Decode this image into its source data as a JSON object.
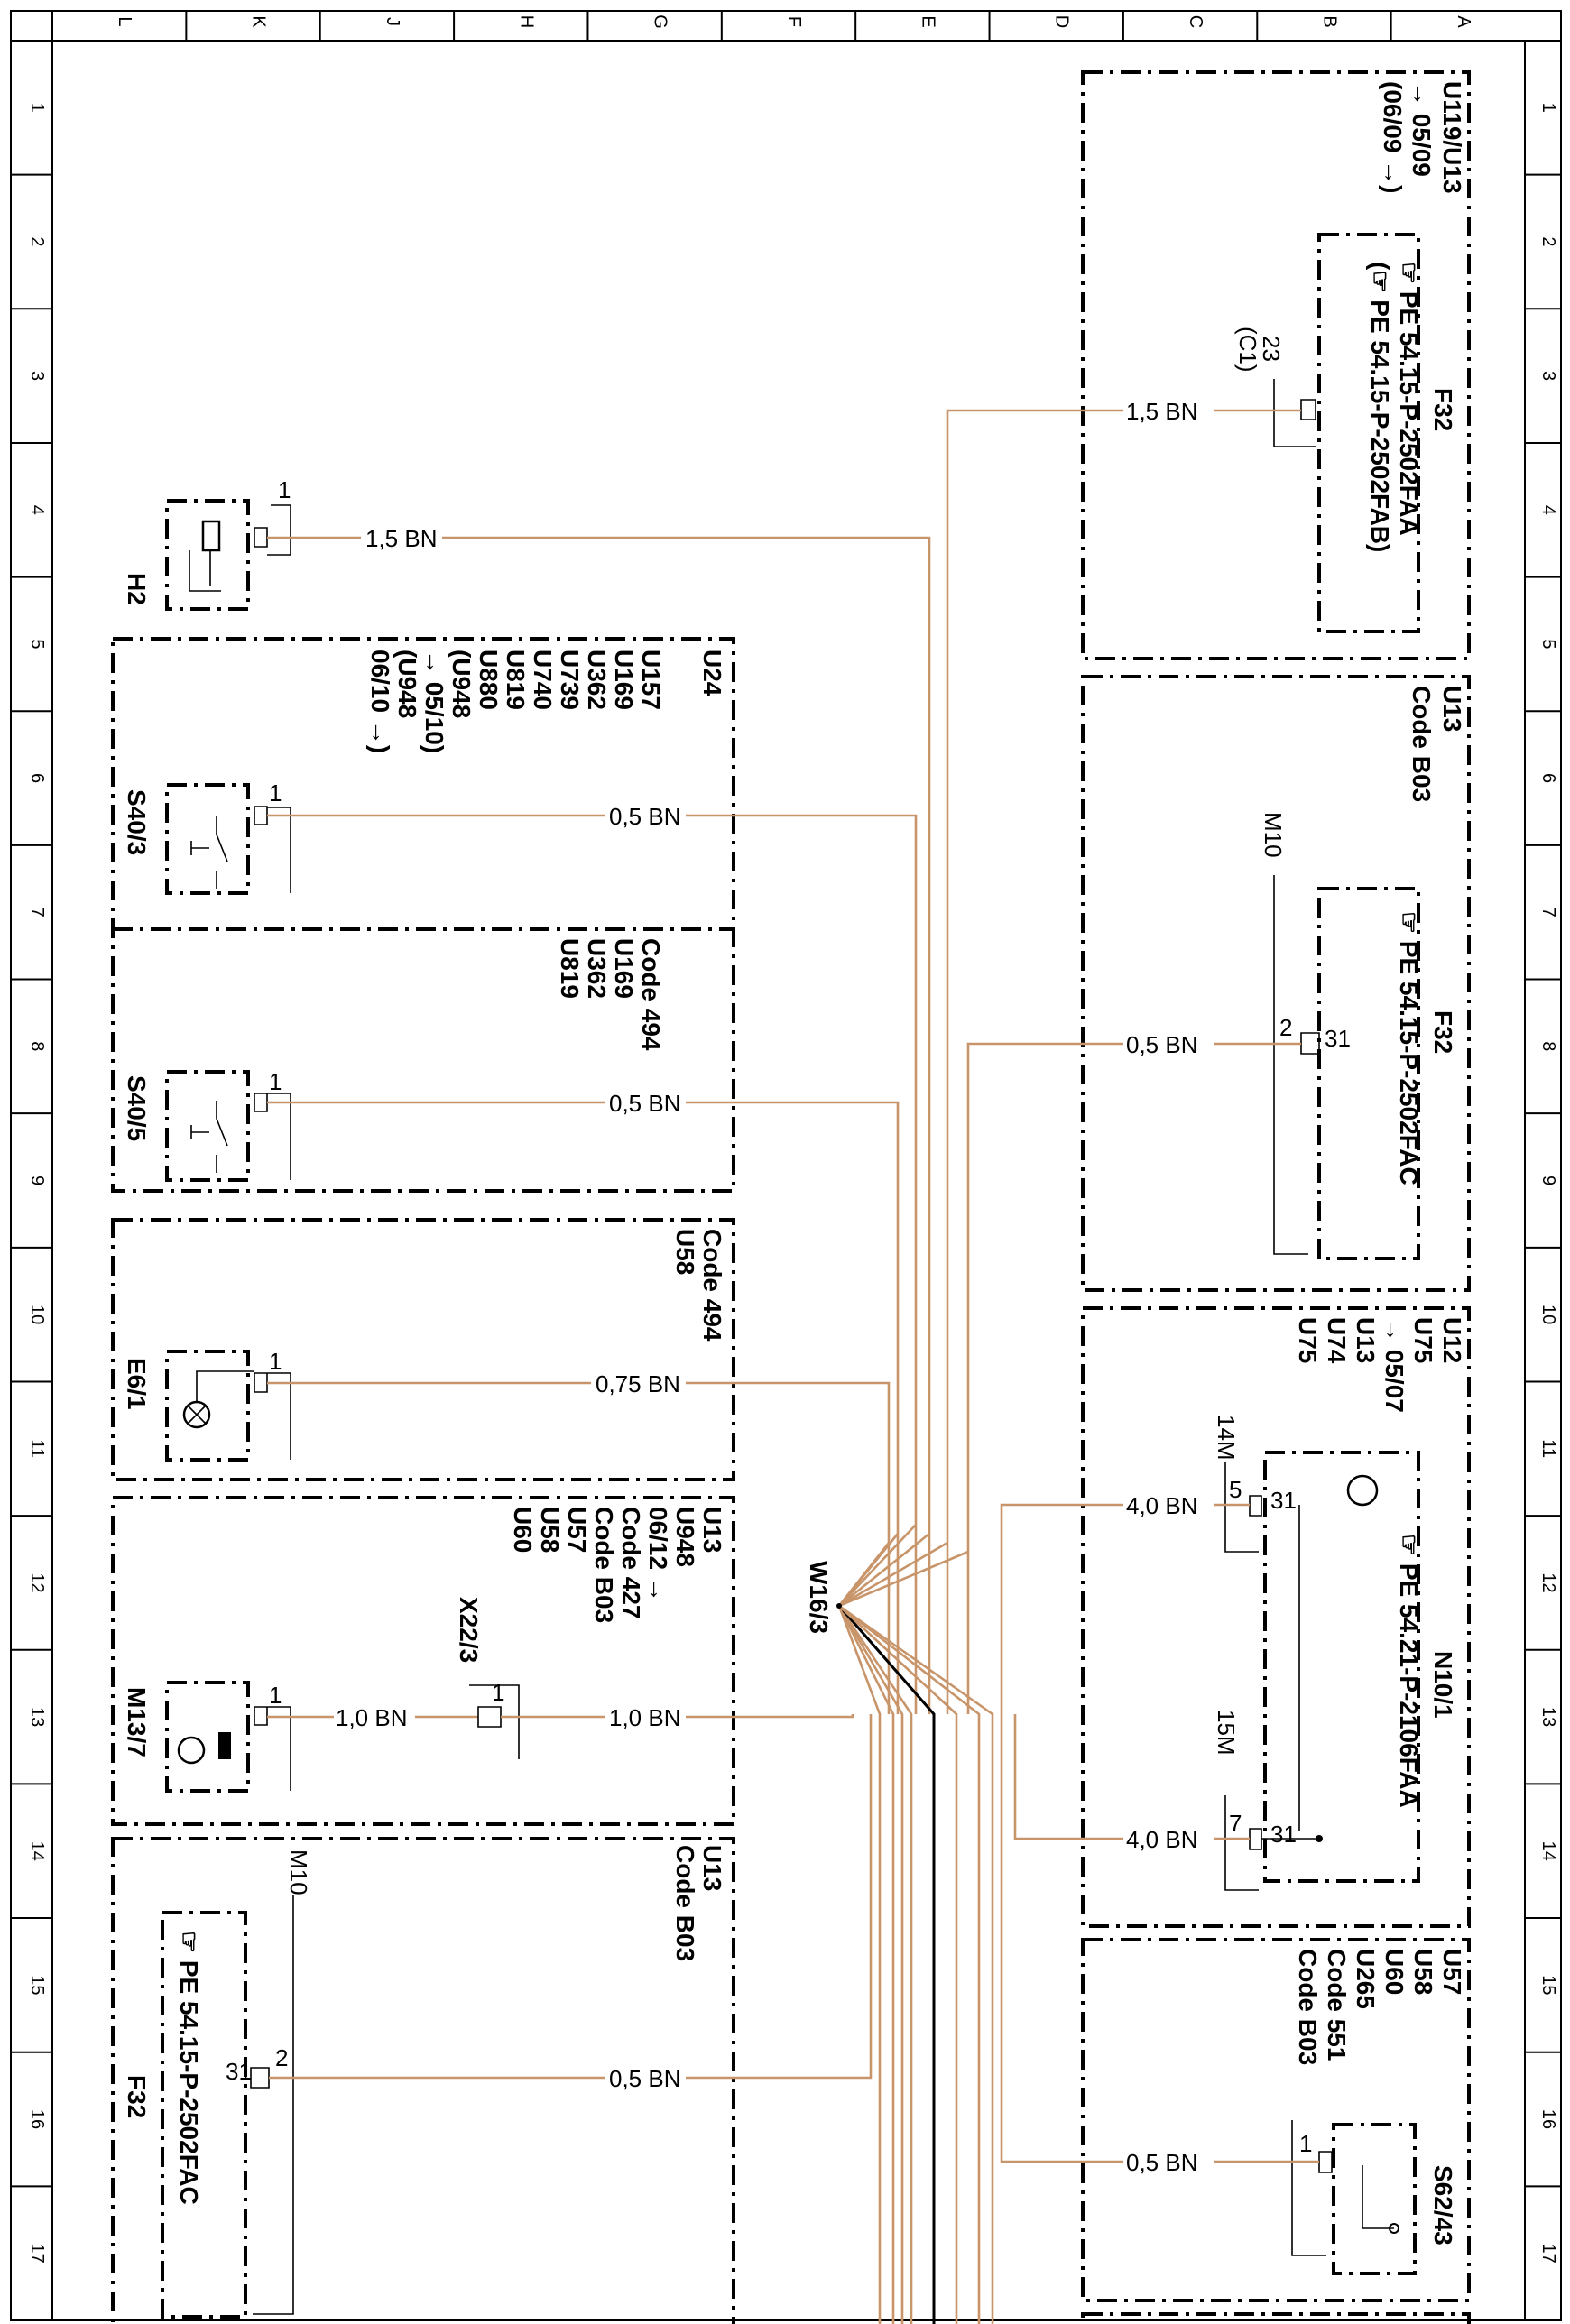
{
  "grid": {
    "columns": [
      "L",
      "K",
      "J",
      "H",
      "G",
      "F",
      "E",
      "D",
      "C",
      "B",
      "A"
    ],
    "rows": [
      "1",
      "2",
      "3",
      "4",
      "5",
      "6",
      "7",
      "8",
      "9",
      "10",
      "11",
      "12",
      "13",
      "14",
      "15",
      "16",
      "17"
    ]
  },
  "blocks": {
    "u119": {
      "codes": [
        "U119/U13",
        "→ 05/09",
        "(06/09 →)"
      ],
      "component": "F32",
      "refs": [
        "☞ PE 54.15-P-2502FAA",
        "(☞ PE 54.15-P-2502FAB)"
      ],
      "pin": "23",
      "pin_alt": "(C1)",
      "wire": "1,5 BN"
    },
    "u13_top": {
      "codes": [
        "U13",
        "Code B03"
      ],
      "component": "F32",
      "refs": [
        "☞ PE 54.15-P-2502FAC"
      ],
      "conn": "M10",
      "pin": "2",
      "pin_b": "31",
      "wire": "0,5 BN"
    },
    "u12": {
      "codes": [
        "U12",
        "U75",
        "→ 05/07",
        "U13",
        "U74",
        "U75"
      ],
      "component": "N10/1",
      "refs": [
        "☞ PE 54.21-P-2106FAA"
      ],
      "conn_a": "14M",
      "pin_a": "5",
      "pin_a_b": "31",
      "conn_b": "15M",
      "pin_b": "7",
      "pin_b_b": "31",
      "wire_a": "4,0 BN",
      "wire_b": "4,0 BN"
    },
    "u57": {
      "codes": [
        "U57",
        "U58",
        "U60",
        "U265",
        "Code 551",
        "Code B03"
      ],
      "component": "S62/43",
      "pin": "1",
      "wire": "0,5 BN"
    },
    "h2": {
      "component": "H2",
      "pin": "1",
      "wire": "1,5 BN"
    },
    "u24": {
      "codes": [
        "U24",
        "U157",
        "U169",
        "U362",
        "U739",
        "U740",
        "U819",
        "U880",
        "(U948",
        "→ 05/10)",
        "(U948",
        "06/10 →)"
      ],
      "component": "S40/3",
      "pin": "1",
      "wire": "0,5 BN"
    },
    "code494": {
      "codes": [
        "Code 494",
        "U169",
        "U362",
        "U819"
      ],
      "component": "S40/5",
      "pin": "1",
      "wire": "0,5 BN"
    },
    "code494b": {
      "codes": [
        "Code 494",
        "U58"
      ],
      "component": "E6/1",
      "pin": "1",
      "wire": "0,75 BN"
    },
    "u13_mid": {
      "codes": [
        "U13",
        "U948",
        "06/12 →",
        "Code 427",
        "Code B03",
        "U57",
        "U58",
        "U60"
      ],
      "component": "M13/7",
      "pin": "1",
      "connector": "X22/3",
      "connector_pin": "1",
      "wire_a": "1,0 BN",
      "wire_b": "1,0 BN"
    },
    "u13_bot": {
      "codes": [
        "U13",
        "Code B03"
      ],
      "component": "F32",
      "refs": [
        "☞ PE 54.15-P-2502FAC"
      ],
      "conn": "M10",
      "pin": "2",
      "pin_b": "31",
      "wire": "0,5 BN"
    }
  },
  "harness": "W16/3",
  "colors": {
    "wire_bn": "#c8956a",
    "line": "#000000"
  }
}
